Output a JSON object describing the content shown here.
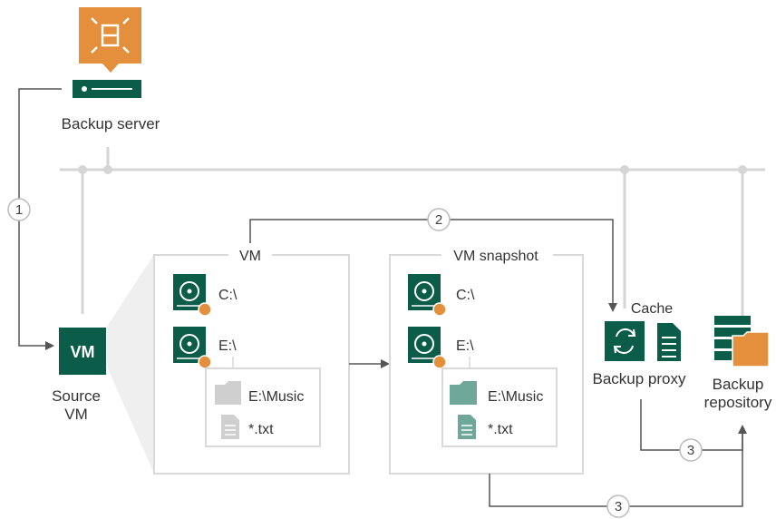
{
  "colors": {
    "brand_orange": "#E38F3B",
    "brand_green": "#0B5D4A",
    "light_green": "#6FA89A",
    "network_line": "#D5D5D5",
    "flow_line": "#555555",
    "box_border": "#D9D9D9",
    "file_gray": "#CFCFCF"
  },
  "backup_server": {
    "label": "Backup server",
    "icon": "veeam-server-icon"
  },
  "source_vm": {
    "icon_text": "VM",
    "label_line1": "Source",
    "label_line2": "VM"
  },
  "vm_box": {
    "title": "VM",
    "drive_c": "C:\\",
    "drive_e": "E:\\",
    "folder": "E:\\Music",
    "file": "*.txt"
  },
  "snapshot_box": {
    "title": "VM snapshot",
    "drive_c": "C:\\",
    "drive_e": "E:\\",
    "folder": "E:\\Music",
    "file": "*.txt"
  },
  "proxy": {
    "cache_label": "Cache",
    "label": "Backup proxy"
  },
  "repository": {
    "label_line1": "Backup",
    "label_line2": "repository"
  },
  "steps": {
    "s1": "1",
    "s2": "2",
    "s3a": "3",
    "s3b": "3"
  }
}
